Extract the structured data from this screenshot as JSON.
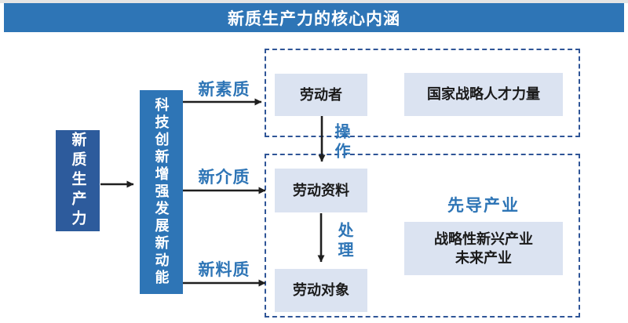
{
  "title": "新质生产力的核心内涵",
  "colors": {
    "title_bar_blue": "#2e75b6",
    "source_box_navy": "#2d5b9c",
    "driver_box_blue": "#2e75b6",
    "dashed_border_blue": "#2f5597",
    "light_box_fill": "#dbe3f1",
    "label_blue": "#2e75b6",
    "arrow_black": "#1f1f1f",
    "box_text_dark": "#1a1a1a"
  },
  "source_box": {
    "label": "新质生产力"
  },
  "driver_box": {
    "label": "科技创新增强发展新动能"
  },
  "arrow_labels": {
    "new_quality": "新素质",
    "new_medium": "新介质",
    "new_material": "新料质",
    "operate": "操作",
    "process": "处理"
  },
  "top_group": {
    "laborer": "劳动者",
    "national_talent": "国家战略人才力量"
  },
  "bottom_group": {
    "labor_materials": "劳动资料",
    "labor_objects": "劳动对象",
    "leading_industries_title": "先导产业",
    "industries_line1": "战略性新兴产业",
    "industries_line2": "未来产业"
  }
}
